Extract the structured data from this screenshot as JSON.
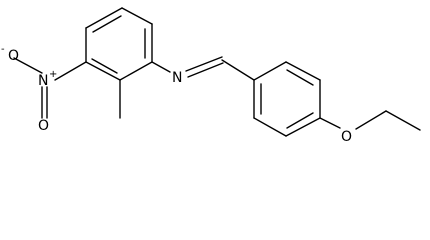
{
  "molecule": {
    "atoms": {
      "nitro_o_minus": "O",
      "nitro_o_minus_charge": "-",
      "nitro_n": "N",
      "nitro_n_charge": "+",
      "nitro_o_double": "O",
      "imine_n": "N",
      "ether_o": "O"
    }
  }
}
